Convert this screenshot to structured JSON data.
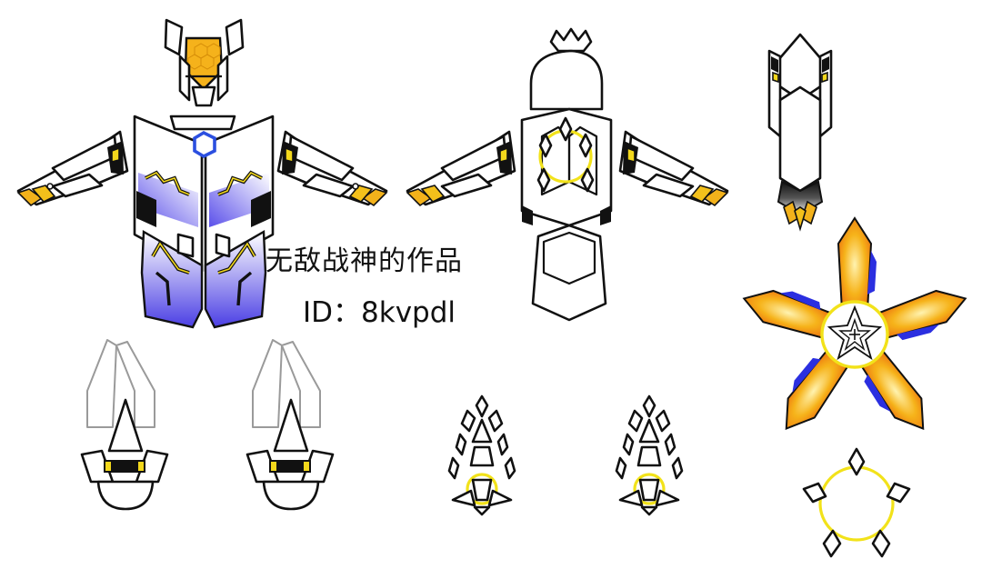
{
  "credit": {
    "author": "无敌战神的作品",
    "id_label": "ID：",
    "id_value": "8kvpdl"
  },
  "colors": {
    "outline": "#111111",
    "accent_yellow": "#f3d81c",
    "accent_orange": "#f07e10",
    "accent_blue": "#2b2fe0",
    "violet_gradient": "#5a4be6",
    "faint_outline": "#9a9a9a"
  }
}
